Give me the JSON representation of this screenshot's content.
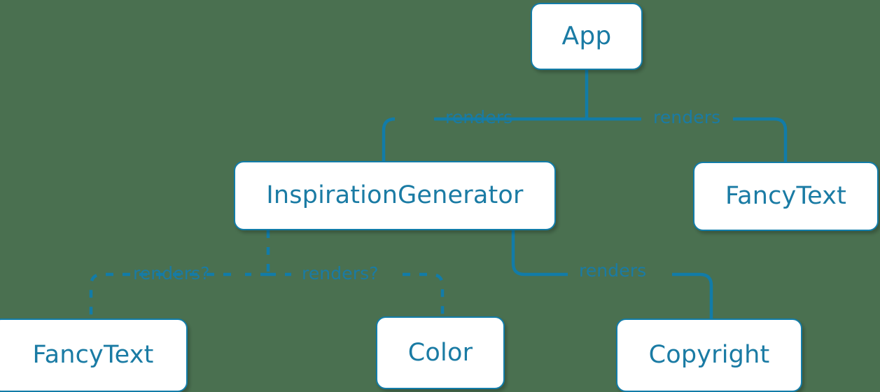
{
  "diagram": {
    "type": "component-tree",
    "background_color": "#4a7050",
    "node_fill": "#ffffff",
    "node_border_color": "#127ca8",
    "text_color": "#1a7ba4",
    "wire_color": "#127ca8",
    "nodes": [
      {
        "id": "app",
        "label": "App"
      },
      {
        "id": "inspiration_generator",
        "label": "InspirationGenerator"
      },
      {
        "id": "fancytext_right",
        "label": "FancyText"
      },
      {
        "id": "fancytext_bottom",
        "label": "FancyText"
      },
      {
        "id": "color",
        "label": "Color"
      },
      {
        "id": "copyright",
        "label": "Copyright"
      }
    ],
    "edges": [
      {
        "from": "app",
        "to": "inspiration_generator",
        "label": "renders",
        "style": "solid"
      },
      {
        "from": "app",
        "to": "fancytext_right",
        "label": "renders",
        "style": "solid"
      },
      {
        "from": "inspiration_generator",
        "to": "fancytext_bottom",
        "label": "renders?",
        "style": "dashed"
      },
      {
        "from": "inspiration_generator",
        "to": "color",
        "label": "renders?",
        "style": "dashed"
      },
      {
        "from": "inspiration_generator",
        "to": "copyright",
        "label": "renders",
        "style": "solid"
      }
    ]
  }
}
